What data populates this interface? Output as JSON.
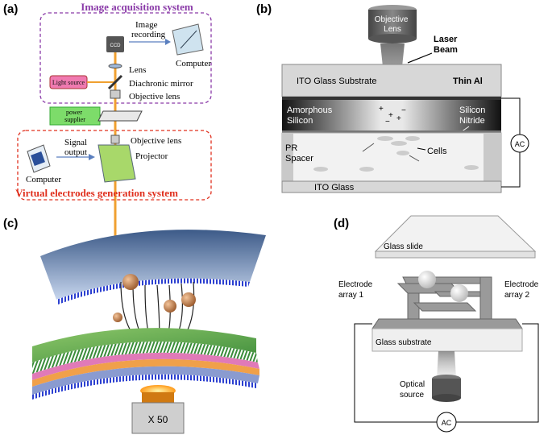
{
  "panels": {
    "a": {
      "label": "(a)",
      "acq_title": "Image acquisition system",
      "virt_title": "Virtual electrodes generation system",
      "ccd": "CCD",
      "image_recording": [
        "Image",
        "recording"
      ],
      "computer_top": "Computer",
      "lens": "Lens",
      "light_source": "Light source",
      "diachronic_mirror": "Diachronic mirror",
      "objective_lens_top": "Objective lens",
      "power_supplier": [
        "power",
        "supplier"
      ],
      "signal_output": [
        "Signal",
        "output"
      ],
      "objective_lens_bottom": "Objective lens",
      "projector": "Projector",
      "computer_bottom": "Computer",
      "colors": {
        "acq": "#8a3aa8",
        "virt": "#e0301e",
        "beam": "#f0a030",
        "light": "#f07ab0",
        "power": "#7ddc6a"
      }
    },
    "b": {
      "label": "(b)",
      "objective_lens": [
        "Objective",
        "Lens"
      ],
      "laser_beam": [
        "Laser",
        "Beam"
      ],
      "ito_glass_substrate": "ITO Glass Substrate",
      "thin_al": "Thin Al",
      "amorphous_silicon": [
        "Amorphous",
        "Silicon"
      ],
      "silicon_nitride": [
        "Silicon",
        "Nitride"
      ],
      "pr_spacer": [
        "PR",
        "Spacer"
      ],
      "cells": "Cells",
      "ito_glass": "ITO Glass",
      "ac": "AC"
    },
    "c": {
      "label": "(c)",
      "magnification": "X 50"
    },
    "d": {
      "label": "(d)",
      "glass_slide": "Glass slide",
      "electrode_array_1": [
        "Electrode",
        "array 1"
      ],
      "electrode_array_2": [
        "Electrode",
        "array 2"
      ],
      "glass_substrate": "Glass substrate",
      "optical_source": [
        "Optical",
        "source"
      ],
      "ac": "AC"
    }
  }
}
